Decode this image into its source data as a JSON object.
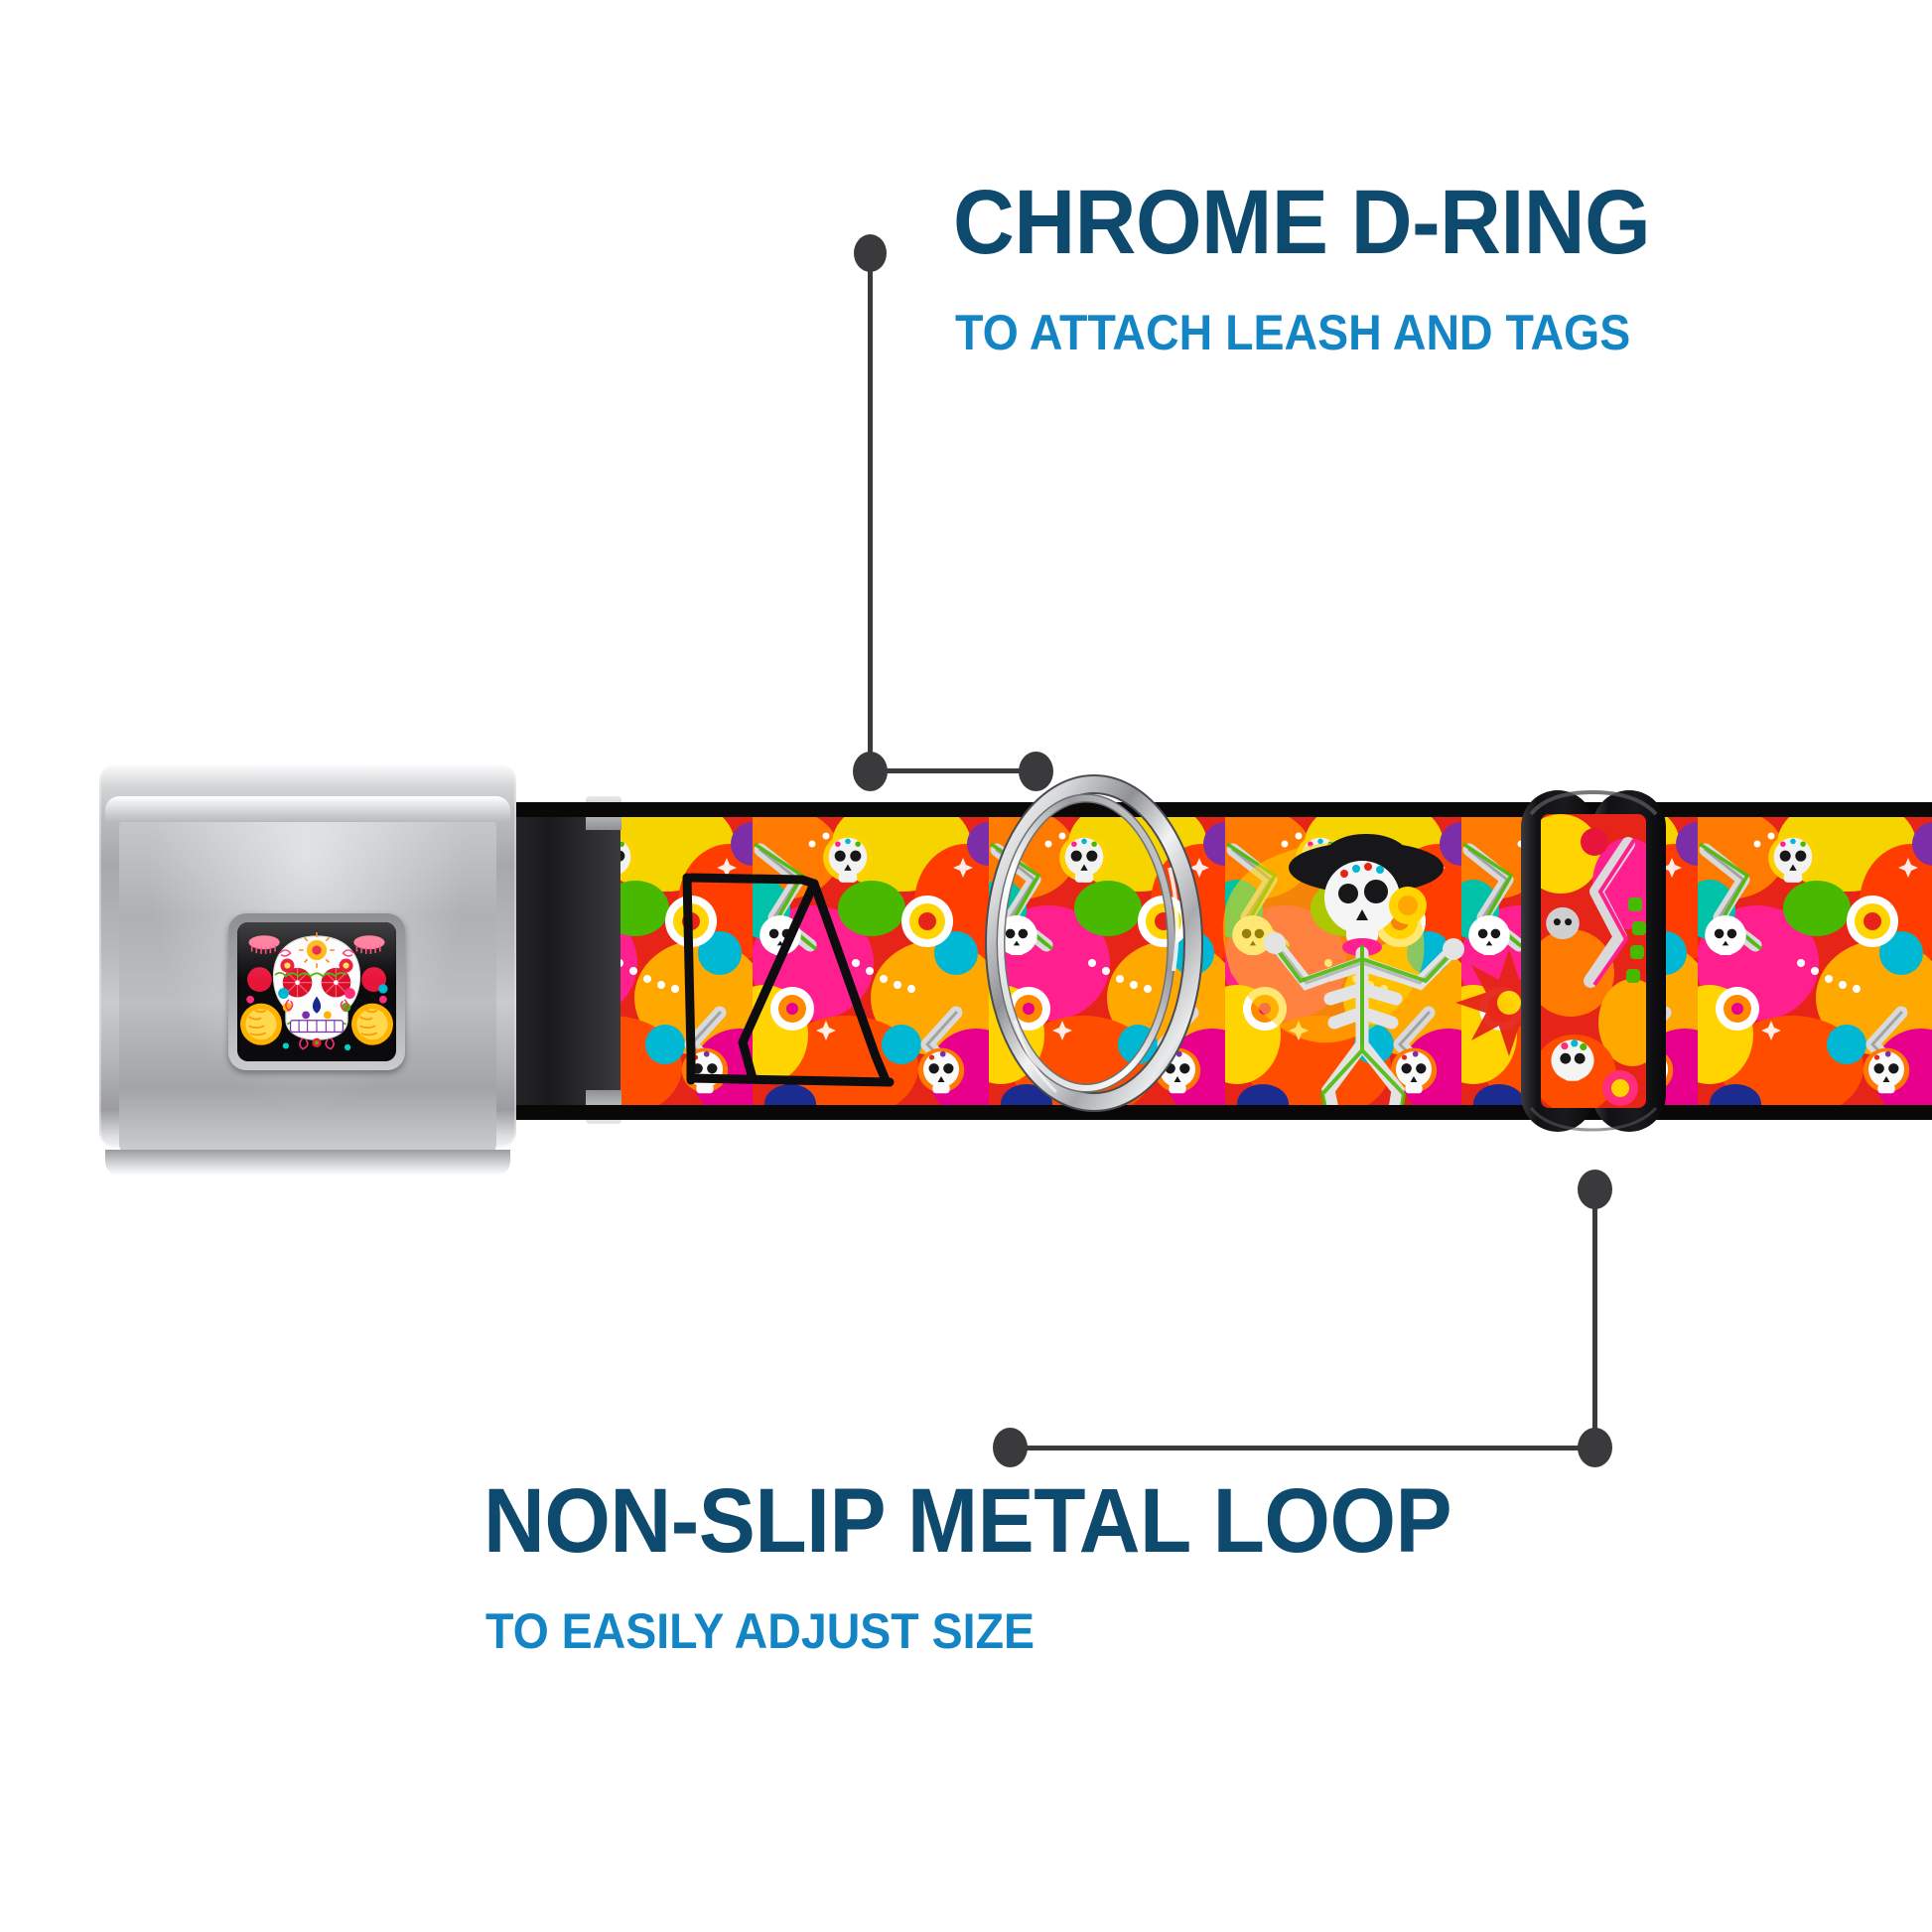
{
  "image": {
    "kind": "product-feature-infographic",
    "product": "dog collar",
    "background_color": "#ffffff"
  },
  "colors": {
    "title_navy": "#0e4a6e",
    "subtitle_blue": "#1384c4",
    "leader_line": "#3a3a3c",
    "strap_border": "#0a0707",
    "chrome_light": "#e8e9ea",
    "chrome_mid": "#aeb0b4",
    "loop_black": "#111113"
  },
  "callouts": [
    {
      "id": "chrome-d-ring",
      "title": "CHROME D-RING",
      "subtitle": "TO ATTACH LEASH AND TAGS",
      "position": "top-right",
      "points_to": "d-ring"
    },
    {
      "id": "non-slip-metal-loop",
      "title": "NON-SLIP METAL LOOP",
      "subtitle": "TO EASILY ADJUST SIZE",
      "position": "bottom-left",
      "points_to": "adjuster-loop"
    }
  ],
  "product_parts": {
    "buckle": {
      "name": "seatbelt-style chrome buckle",
      "finish": "brushed chrome / silver",
      "inlay_art": "Day of the Dead sugar skull with marigold flowers on black"
    },
    "strap": {
      "name": "printed webbing strap",
      "pattern": "Day of the Dead / Dia de los Muertos sugar skulls and dancing skeletons",
      "edge": "black border"
    },
    "d_ring": {
      "name": "chrome D-ring",
      "finish": "polished chrome"
    },
    "adjuster_loop": {
      "name": "non-slip metal loop",
      "finish": "black coated metal",
      "shape": "double rounded rectangle slider"
    }
  },
  "icons": {
    "leader_dot": "dot-marker"
  }
}
